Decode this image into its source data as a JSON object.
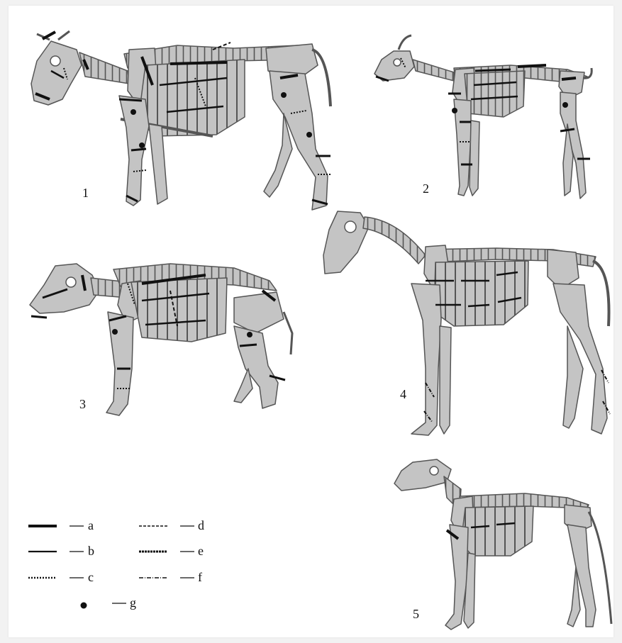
{
  "figure": {
    "panels": [
      {
        "label": "1",
        "animal": "cattle"
      },
      {
        "label": "2",
        "animal": "goat"
      },
      {
        "label": "3",
        "animal": "pig"
      },
      {
        "label": "4",
        "animal": "horse"
      },
      {
        "label": "5",
        "animal": "dog"
      }
    ],
    "legend": [
      {
        "letter": "a",
        "style": "thick-solid"
      },
      {
        "letter": "b",
        "style": "thin-solid"
      },
      {
        "letter": "c",
        "style": "dotted"
      },
      {
        "letter": "d",
        "style": "dashed"
      },
      {
        "letter": "e",
        "style": "cross-hatched"
      },
      {
        "letter": "f",
        "style": "dash-dot"
      },
      {
        "letter": "g",
        "style": "dot"
      }
    ],
    "colors": {
      "bone_fill": "#c4c4c4",
      "bone_stroke": "#555555",
      "mark": "#111111",
      "background": "#ffffff"
    }
  }
}
